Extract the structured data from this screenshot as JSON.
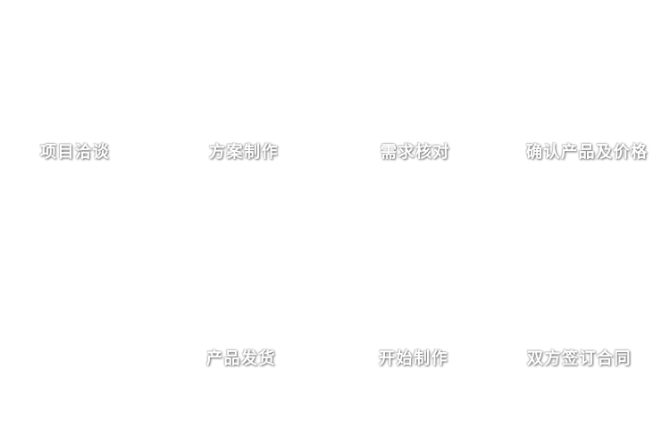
{
  "page": {
    "background_color": "#ffffff",
    "label_text_color": "#ffffff"
  },
  "process": {
    "top_row": [
      {
        "label": "项目洽谈"
      },
      {
        "label": "方案制作"
      },
      {
        "label": "需求核对"
      },
      {
        "label": "确认产品及价格"
      }
    ],
    "bottom_row": [
      {
        "label": "产品发货"
      },
      {
        "label": "开始制作"
      },
      {
        "label": "双方签订合同"
      }
    ]
  }
}
